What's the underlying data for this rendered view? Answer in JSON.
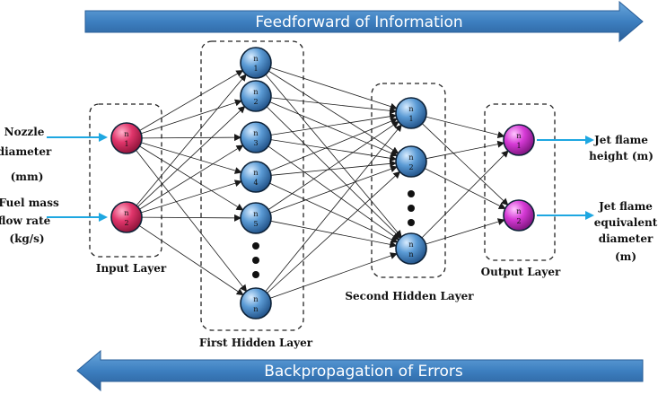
{
  "arrows": {
    "top_label": "Feedforward of Information",
    "bottom_label": "Backpropagation of Errors",
    "color": "#3d7fc0"
  },
  "inputs": [
    {
      "lines": [
        "Nozzle",
        "diameter",
        "",
        "(mm)"
      ]
    },
    {
      "lines": [
        "Fuel mass",
        "flow rate",
        "(kg/s)"
      ]
    }
  ],
  "outputs": [
    {
      "lines": [
        "Jet flame",
        "height (m)"
      ]
    },
    {
      "lines": [
        "Jet flame",
        "equivalent",
        "diameter",
        "(m)"
      ]
    }
  ],
  "layers": {
    "input": {
      "label": "Input Layer",
      "nodes": [
        "1",
        "2"
      ],
      "color": "#e0356b"
    },
    "hidden1": {
      "label": "First Hidden Layer",
      "nodes": [
        "1",
        "2",
        "3",
        "4",
        "5",
        "n"
      ],
      "color": "#5b9bd5"
    },
    "hidden2": {
      "label": "Second Hidden Layer",
      "nodes": [
        "1",
        "2",
        "n"
      ],
      "color": "#5b9bd5"
    },
    "output": {
      "label": "Output Layer",
      "nodes": [
        "1",
        "2"
      ],
      "color": "#d63ad6"
    }
  },
  "node_prefix": "n",
  "io_arrow_color": "#1ea7e1"
}
